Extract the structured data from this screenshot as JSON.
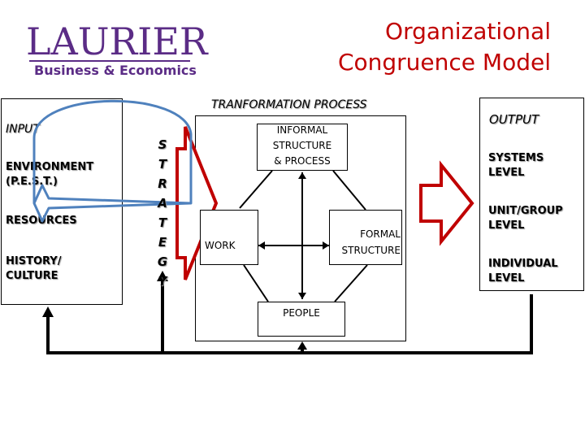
{
  "logo": {
    "main": "LAURIER",
    "sub": "Business & Economics"
  },
  "title": {
    "line1": "Organizational",
    "line2": "Congruence Model"
  },
  "input": {
    "heading": "INPUT",
    "items": [
      {
        "line1": "ENVIRONMENT",
        "line2": "(P.E.S.T.)"
      },
      {
        "line1": "RESOURCES",
        "line2": ""
      },
      {
        "line1": "HISTORY/",
        "line2": "CULTURE"
      }
    ]
  },
  "strategy": {
    "letters": [
      "S",
      "T",
      "R",
      "A",
      "T",
      "E",
      "G",
      "Y"
    ]
  },
  "transformation": {
    "heading": "TRANFORMATION PROCESS",
    "informal": {
      "line1": "INFORMAL",
      "line2": "STRUCTURE",
      "line3": "& PROCESS"
    },
    "work": "WORK",
    "formal": {
      "line1": "FORMAL",
      "line2": "STRUCTURE"
    },
    "people": "PEOPLE"
  },
  "output": {
    "heading": "OUTPUT",
    "items": [
      {
        "line1": "SYSTEMS",
        "line2": "LEVEL"
      },
      {
        "line1": "UNIT/GROUP",
        "line2": "LEVEL"
      },
      {
        "line1": "INDIVIDUAL",
        "line2": "LEVEL"
      }
    ]
  },
  "colors": {
    "brand": "#5b2c86",
    "title": "#c00000",
    "arrow_red": "#c00000",
    "arrow_blue": "#4f81bd"
  }
}
